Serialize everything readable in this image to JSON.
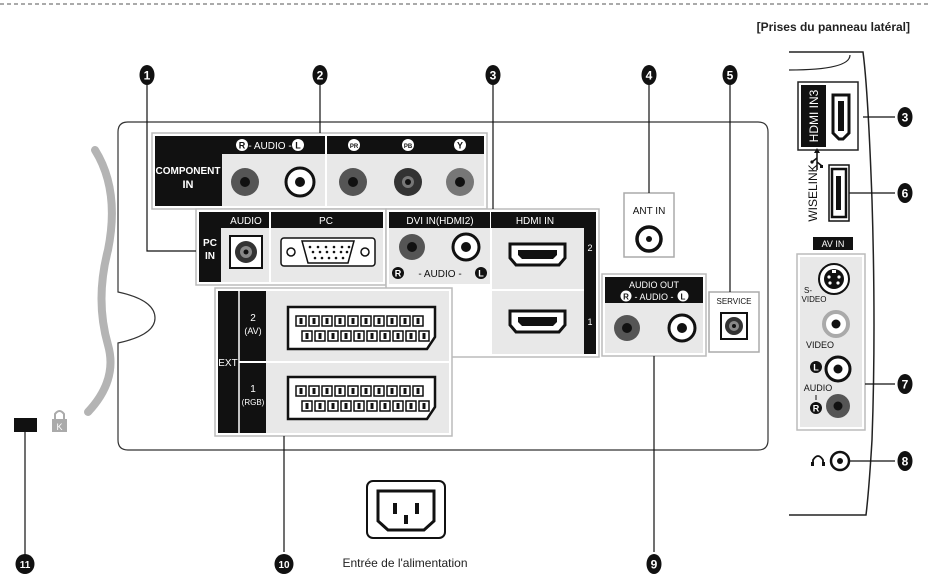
{
  "header": {
    "side_panel_title": "[Prises du panneau latéral]"
  },
  "callouts": [
    "1",
    "2",
    "3",
    "4",
    "5",
    "6",
    "7",
    "8",
    "9",
    "10",
    "11"
  ],
  "component": {
    "label_line1": "COMPONENT",
    "label_line2": "IN",
    "audio_label": "- AUDIO -",
    "r": "R",
    "l": "L",
    "pr": "PR",
    "pb": "PB",
    "y": "Y"
  },
  "pc_in": {
    "label_line1": "PC",
    "label_line2": "IN",
    "audio": "AUDIO",
    "pc": "PC"
  },
  "dvi": {
    "title": "DVI IN(HDMI2)",
    "audio_label": "- AUDIO -",
    "r": "R",
    "l": "L"
  },
  "hdmi_in": {
    "title": "HDMI IN",
    "port2": "2",
    "port1": "1"
  },
  "ant_in": {
    "label": "ANT IN"
  },
  "service": {
    "label": "SERVICE"
  },
  "audio_out": {
    "title": "AUDIO OUT",
    "audio_label": "- AUDIO -",
    "r": "R",
    "l": "L"
  },
  "ext": {
    "label": "EXT",
    "port2_line1": "2",
    "port2_line2": "(AV)",
    "port1_line1": "1",
    "port1_line2": "(RGB)"
  },
  "power": {
    "label": "Entrée de l'alimentation"
  },
  "side": {
    "hdmi3": "HDMI IN3",
    "wiselink": "WISELINK",
    "av_in": "AV IN",
    "svideo_line1": "S-",
    "svideo_line2": "VIDEO",
    "video": "VIDEO",
    "audio": "AUDIO",
    "l": "L",
    "r": "R"
  },
  "lock": {
    "k": "K"
  }
}
